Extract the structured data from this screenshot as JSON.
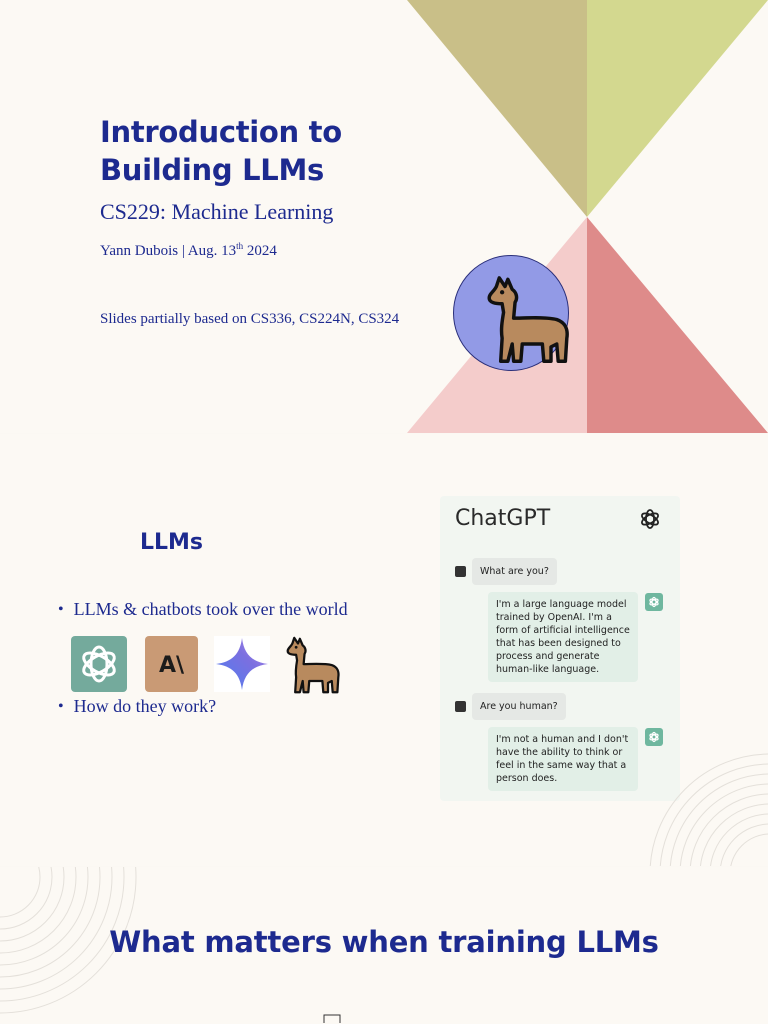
{
  "slide1": {
    "title": "Introduction to Building LLMs",
    "subtitle": "CS229: Machine Learning",
    "author_prefix": "Yann Dubois | Aug. 13",
    "author_sup": "th",
    "author_suffix": " 2024",
    "note": "Slides partially based on CS336,  CS224N, CS324",
    "colors": {
      "olive": "#c9bf88",
      "lime": "#d3d88f",
      "pink": "#f4cccb",
      "rose": "#de8b8a",
      "circle": "#929ae6",
      "title": "#1d2a8f"
    },
    "icon": "llama-icon"
  },
  "slide2": {
    "title": "LLMs",
    "bullets": [
      "LLMs & chatbots took over the world",
      "How do they work?"
    ],
    "logos": [
      "openai-logo-icon",
      "anthropic-logo-icon",
      "gemini-logo-icon",
      "llama-icon"
    ],
    "anthropic_mark": "A\\",
    "chat": {
      "title": "ChatGPT",
      "messages": [
        {
          "role": "user",
          "text": "What are you?"
        },
        {
          "role": "assistant",
          "text": "I'm a large language model trained by OpenAI. I'm a form of artificial intelligence that has been designed to process and generate human-like language."
        },
        {
          "role": "user",
          "text": "Are you human?"
        },
        {
          "role": "assistant",
          "text": "I'm not a human and I don't have the ability to think or feel in the same way that a person does."
        }
      ]
    }
  },
  "slide3": {
    "title": "What matters when training LLMs"
  }
}
